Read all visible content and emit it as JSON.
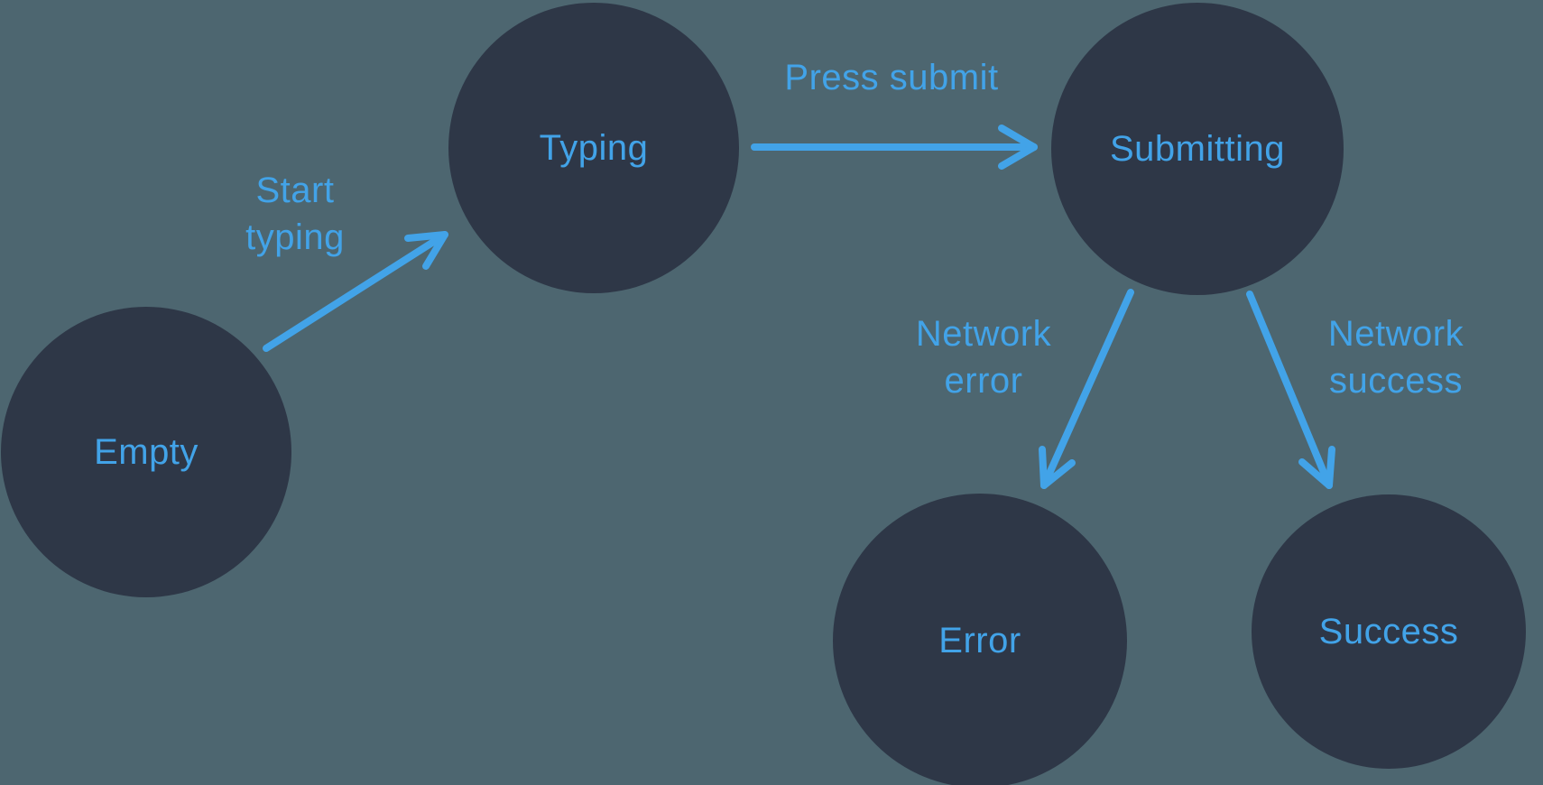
{
  "diagram": {
    "type": "state-machine",
    "colors": {
      "background": "#4D6670",
      "node_fill": "#2E3747",
      "accent": "#42A3E8"
    },
    "nodes": [
      {
        "id": "empty",
        "label": "Empty"
      },
      {
        "id": "typing",
        "label": "Typing"
      },
      {
        "id": "submitting",
        "label": "Submitting"
      },
      {
        "id": "error",
        "label": "Error"
      },
      {
        "id": "success",
        "label": "Success"
      }
    ],
    "edges": [
      {
        "from": "empty",
        "to": "typing",
        "label": "Start typing"
      },
      {
        "from": "typing",
        "to": "submitting",
        "label": "Press submit"
      },
      {
        "from": "submitting",
        "to": "error",
        "label": "Network error"
      },
      {
        "from": "submitting",
        "to": "success",
        "label": "Network success"
      }
    ]
  }
}
